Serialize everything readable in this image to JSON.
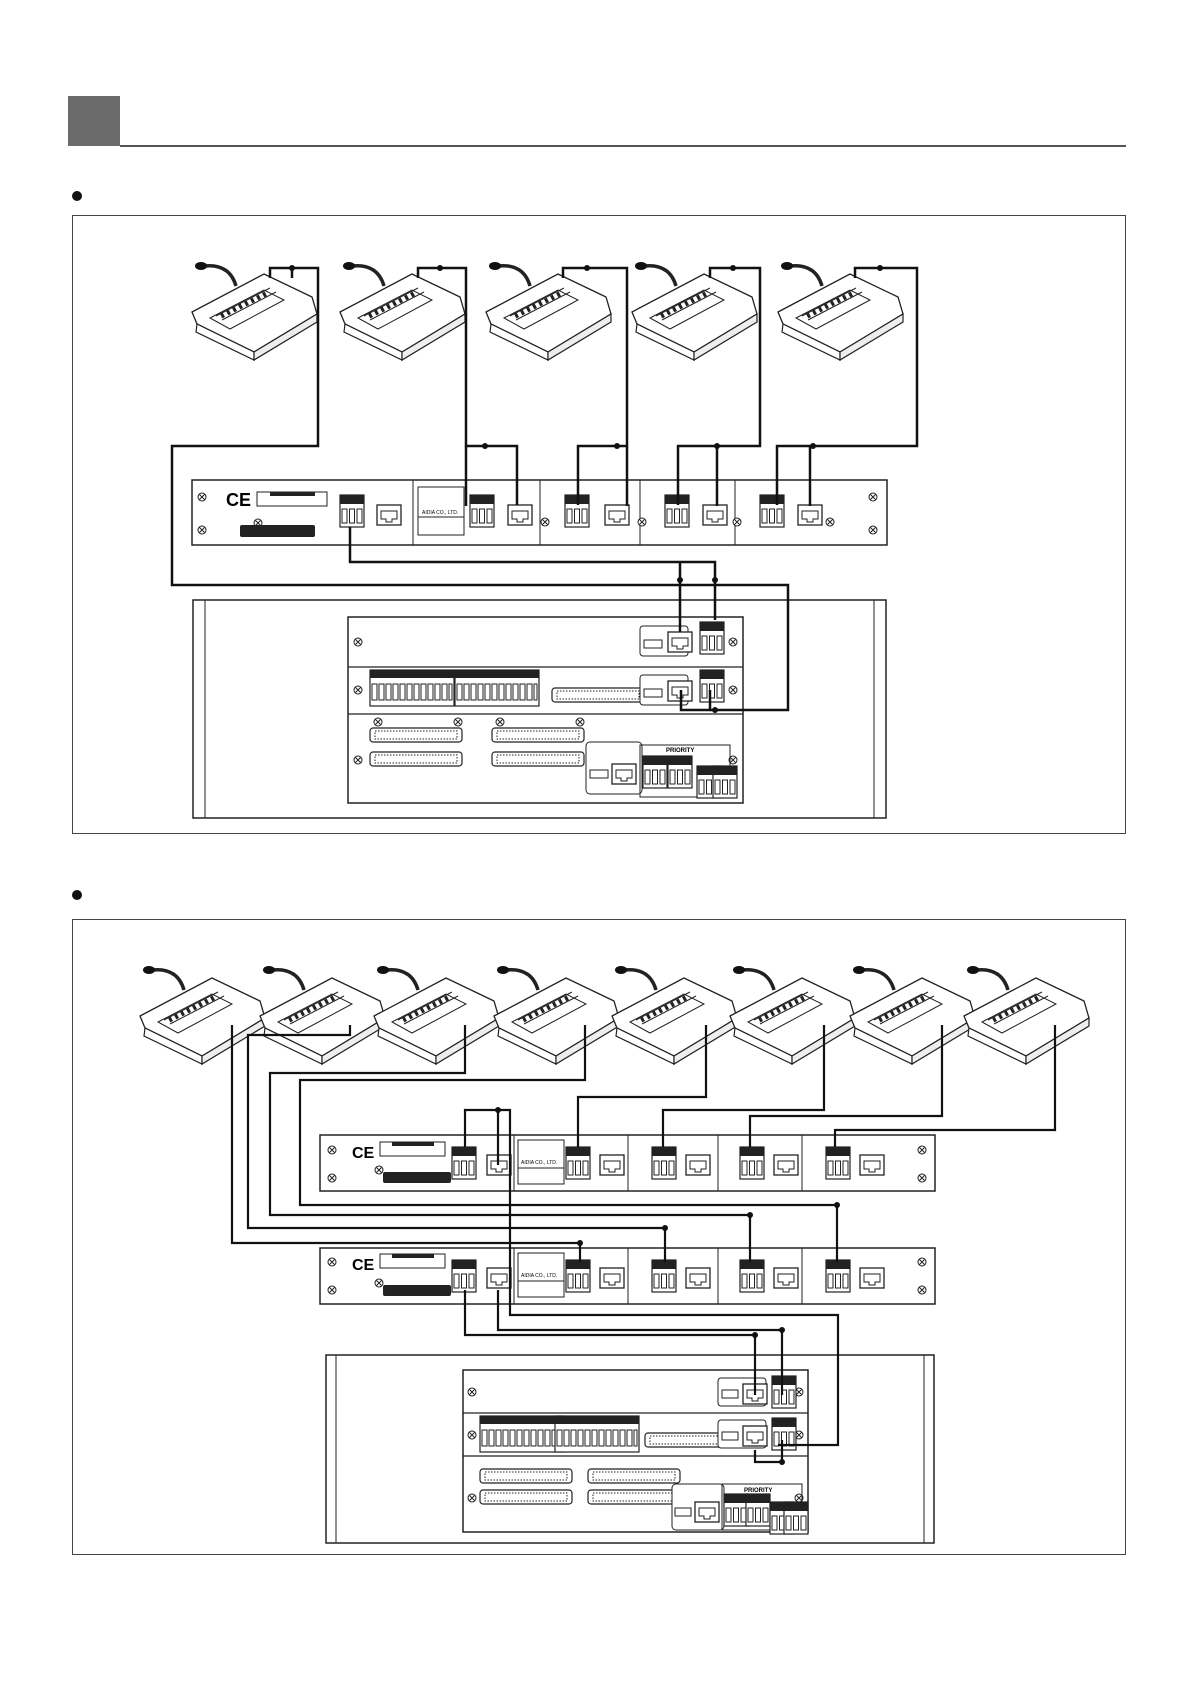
{
  "sections": [
    {
      "label": "",
      "consoles": 5,
      "units": 1
    },
    {
      "label": "",
      "consoles": 8,
      "units": 2
    }
  ],
  "labels": {
    "ce_mark": "CE",
    "company": "AIDIA CO., LTD.",
    "priority": "PRIORITY"
  },
  "colors": {
    "line": "#222222",
    "fill": "#ffffff",
    "accent": "#6b6b6b"
  }
}
